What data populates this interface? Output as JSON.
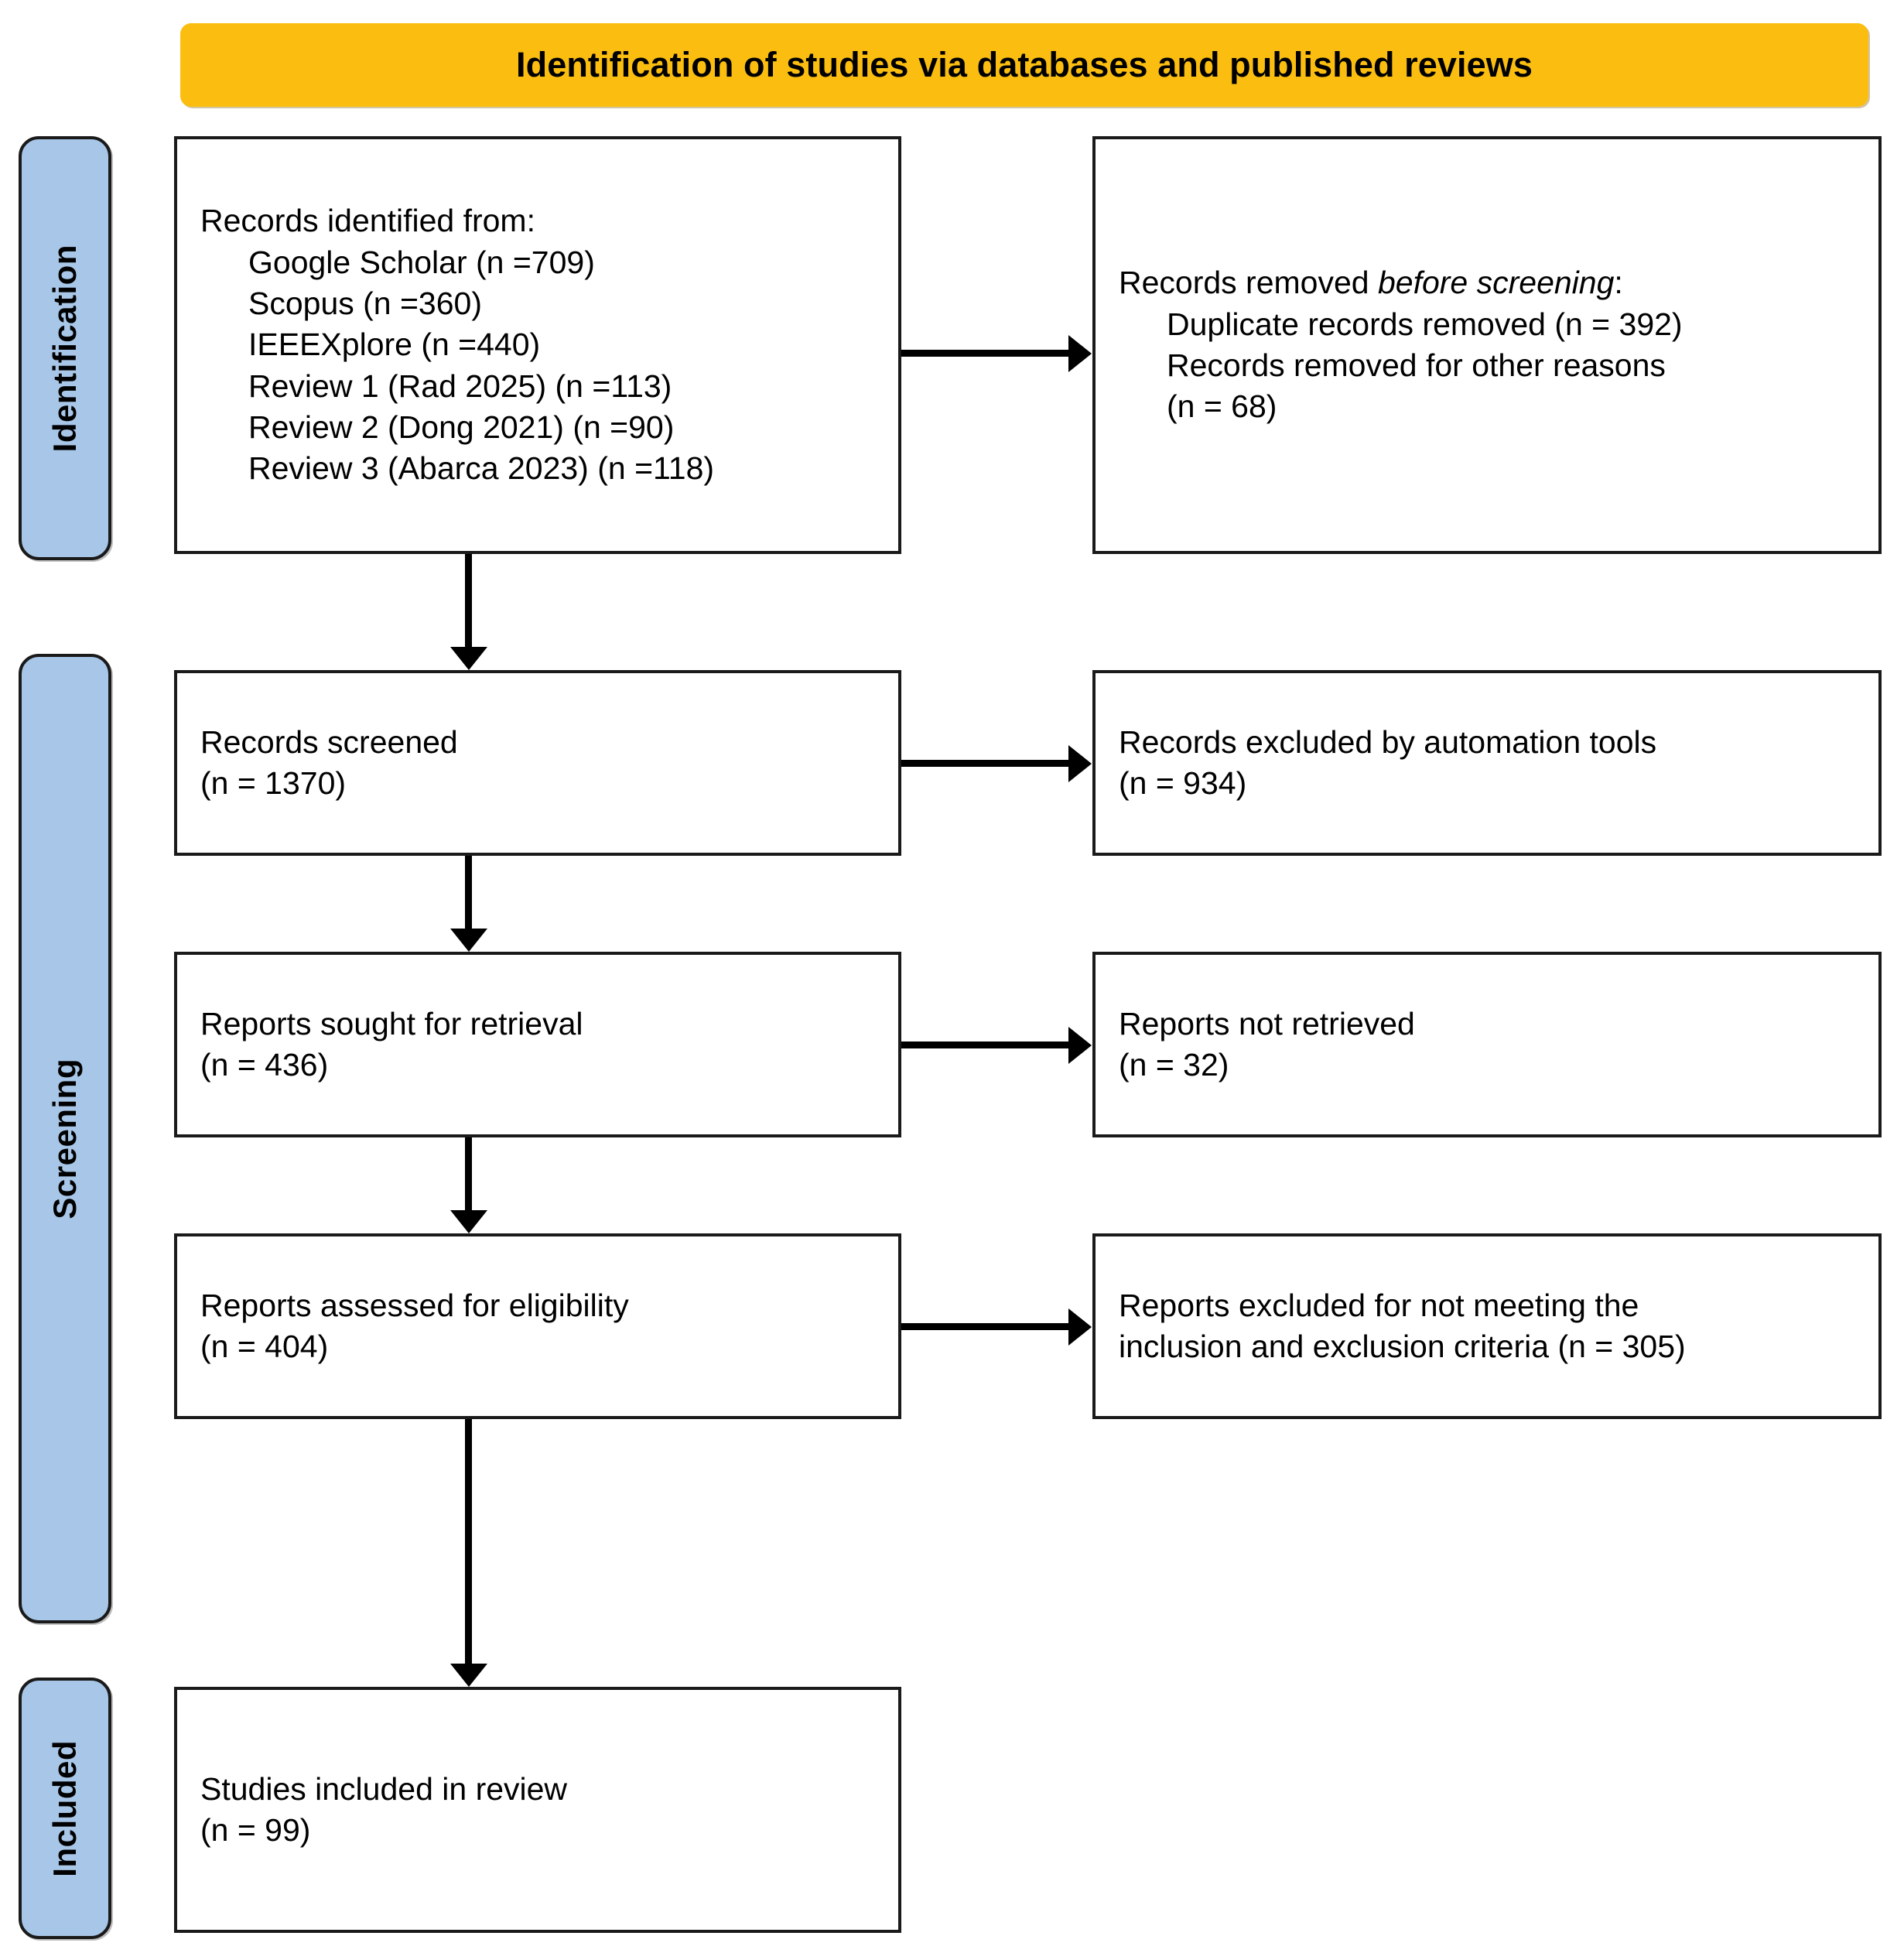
{
  "header": {
    "title": "Identification of studies via databases and published reviews"
  },
  "stages": [
    {
      "id": "identification",
      "label": "Identification"
    },
    {
      "id": "screening",
      "label": "Screening"
    },
    {
      "id": "included",
      "label": "Included"
    }
  ],
  "boxes": {
    "identified": {
      "title": "Records identified from:",
      "sources": [
        "Google Scholar (n =709)",
        "Scopus (n =360)",
        "IEEEXplore (n =440)",
        "Review 1 (Rad 2025) (n =113)",
        "Review 2 (Dong 2021) (n =90)",
        "Review 3 (Abarca 2023) (n =118)"
      ]
    },
    "removed": {
      "title_plain": "Records removed ",
      "title_em": "before screening",
      "title_tail": ":",
      "lines": [
        "Duplicate records removed (n = 392)",
        "Records removed for other reasons",
        "(n = 68)"
      ]
    },
    "screened": {
      "label": "Records screened",
      "count": "(n = 1370)"
    },
    "excluded_automation": {
      "label": "Records excluded by automation tools",
      "count": "(n = 934)"
    },
    "sought": {
      "label": "Reports sought for retrieval",
      "count": "(n = 436)"
    },
    "not_retrieved": {
      "label": "Reports not retrieved",
      "count": "(n = 32)"
    },
    "assessed": {
      "label": "Reports assessed for eligibility",
      "count": "(n = 404)"
    },
    "excluded_criteria": {
      "line1": "Reports excluded for not meeting the",
      "line2": "inclusion and exclusion criteria (n = 305)"
    },
    "included": {
      "label": "Studies included in review",
      "count": "(n = 99)"
    }
  },
  "colors": {
    "header_banner": "#FBBE10",
    "stage_bar": "#A8C7E8",
    "box_border": "#1a1a1a",
    "text": "#000000"
  }
}
